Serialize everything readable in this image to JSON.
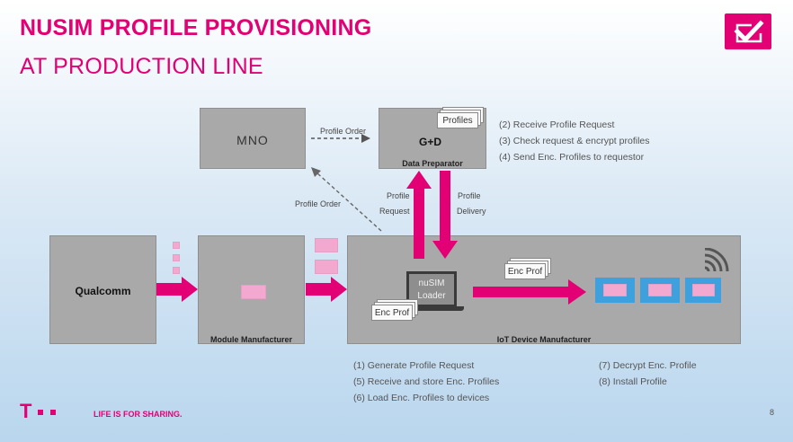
{
  "slide": {
    "title_line1": "NUSIM PROFILE PROVISIONING",
    "title_line2": "AT PRODUCTION LINE",
    "page_number": "8",
    "footer_slogan": "LIFE IS FOR SHARING.",
    "brand_mark": "T"
  },
  "nodes": {
    "mno": "MNO",
    "data_preparator": "Data Preparator",
    "data_preparator_logo": "G+D",
    "profiles_card": "Profiles",
    "qualcomm": "Qualcomm",
    "module_manufacturer": "Module Manufacturer",
    "iot_device_manufacturer": "IoT Device Manufacturer",
    "nusim_loader_line1": "nuSIM",
    "nusim_loader_line2": "Loader",
    "enc_prof_loader": "Enc Prof",
    "enc_prof_transfer": "Enc Prof"
  },
  "edges": {
    "profile_order_top": "Profile Order",
    "profile_order_diag": "Profile Order",
    "profile_request_line1": "Profile",
    "profile_request_line2": "Request",
    "profile_delivery_line1": "Profile",
    "profile_delivery_line2": "Delivery"
  },
  "steps_right": [
    "(2) Receive Profile Request",
    "(3) Check request & encrypt profiles",
    "(4) Send Enc. Profiles to requestor"
  ],
  "steps_bottom_left": [
    "(1) Generate Profile Request",
    "(5) Receive and store Enc. Profiles",
    "(6) Load Enc. Profiles to devices"
  ],
  "steps_bottom_right": [
    "(7) Decrypt Enc. Profile",
    "(8) Install Profile"
  ],
  "colors": {
    "magenta": "#e20074",
    "box_gray": "#a9a9a9",
    "device_blue": "#3ea1de",
    "chip_pink": "#f2a8cf"
  }
}
